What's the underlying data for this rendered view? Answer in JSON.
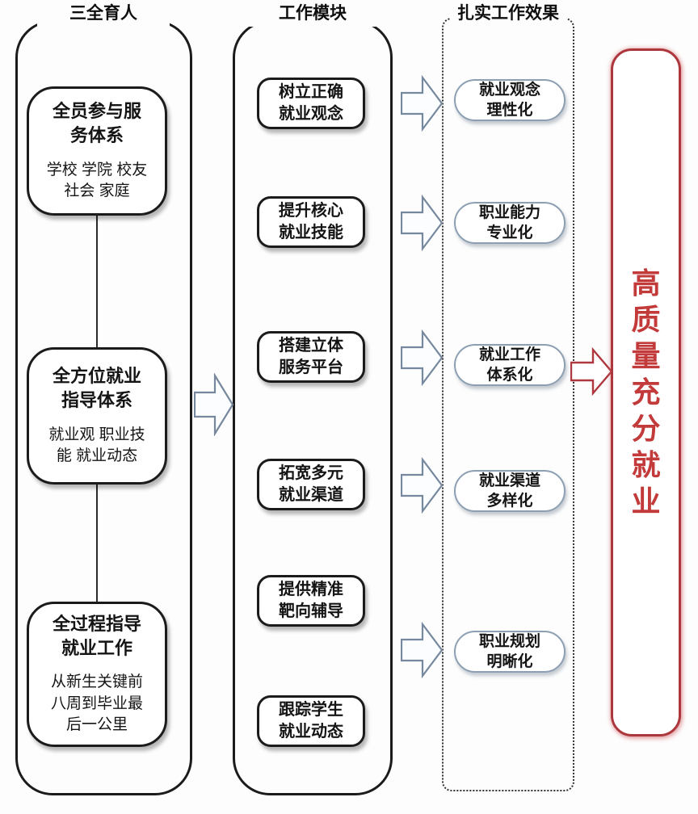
{
  "left": {
    "header": "三全育人",
    "boxes": [
      {
        "title": "全员参与服\n务体系",
        "subtitle": "学校 学院 校友\n社会 家庭"
      },
      {
        "title": "全方位就业\n指导体系",
        "subtitle": "就业观 职业技\n能 就业动态"
      },
      {
        "title": "全过程指导\n就业工作",
        "subtitle": "从新生关键前\n八周到毕业最\n后一公里"
      }
    ]
  },
  "modules": {
    "header": "工作模块",
    "items": [
      "树立正确\n就业观念",
      "提升核心\n就业技能",
      "搭建立体\n服务平台",
      "拓宽多元\n就业渠道",
      "提供精准\n靶向辅导",
      "跟踪学生\n就业动态"
    ]
  },
  "effects": {
    "header": "扎实工作效果",
    "items": [
      "就业观念\n理性化",
      "职业能力\n专业化",
      "就业工作\n体系化",
      "就业渠道\n多样化",
      "职业规划\n明晰化"
    ]
  },
  "outcome": {
    "label": "高质量充分就业"
  },
  "colors": {
    "line_black": "#1b1b1b",
    "arrow_stroke": "#76889e",
    "arrow_fill": "#fbfdff",
    "pill_border": "#8d9fb3",
    "red_border": "#ac383e",
    "red_text": "#c23a3a"
  }
}
